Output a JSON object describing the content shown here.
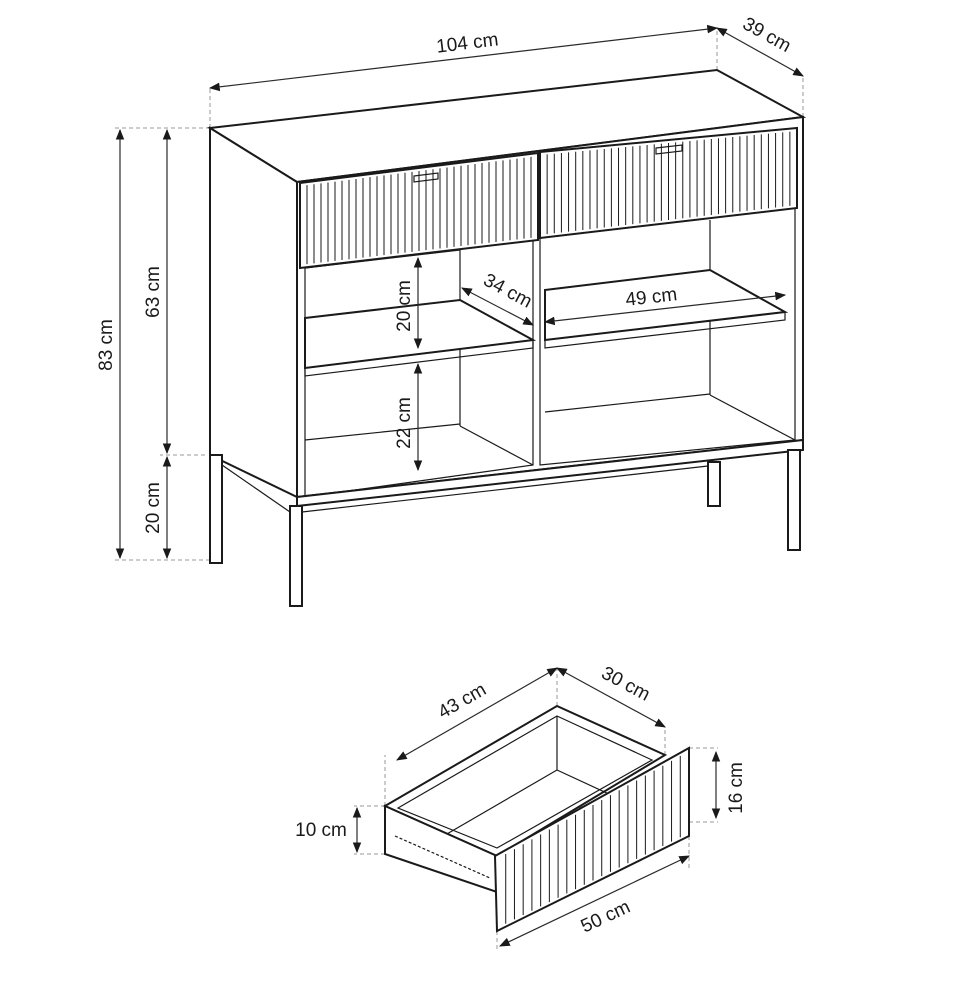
{
  "sideboard": {
    "width_label": "104 cm",
    "depth_label": "39 cm",
    "total_height_label": "83 cm",
    "body_height_label": "63 cm",
    "leg_height_label": "20 cm",
    "upper_shelf_height_label": "20 cm",
    "lower_shelf_height_label": "22 cm",
    "shelf_depth_label": "34 cm",
    "shelf_width_label": "49 cm"
  },
  "drawer": {
    "length_label": "43 cm",
    "depth_label": "30 cm",
    "front_height_label": "16 cm",
    "side_height_label": "10 cm",
    "front_width_label": "50 cm"
  }
}
